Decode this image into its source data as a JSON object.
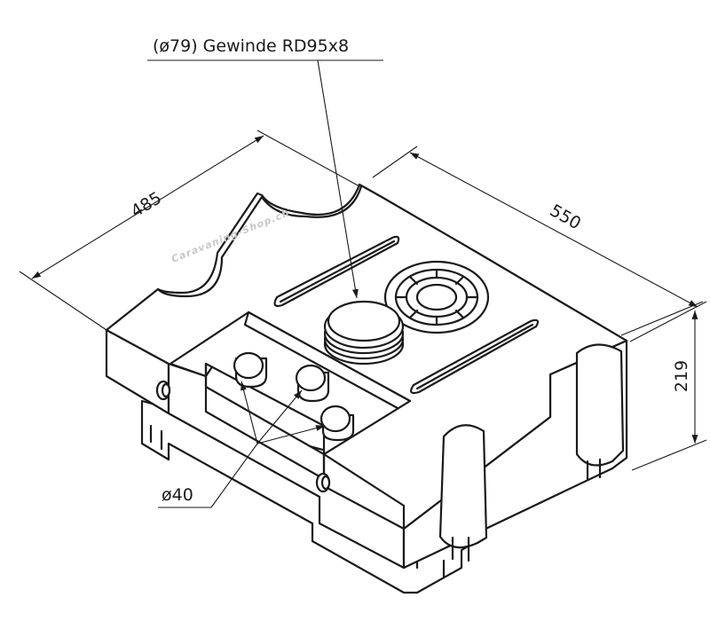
{
  "callouts": {
    "thread": "(ø79) Gewinde RD95x8",
    "fitting": "ø40"
  },
  "dimensions": {
    "width": "485",
    "length": "550",
    "height": "219"
  },
  "watermark": "Caravaning-Shop.ch",
  "colors": {
    "line": "#1a1a1a",
    "background": "#ffffff"
  }
}
